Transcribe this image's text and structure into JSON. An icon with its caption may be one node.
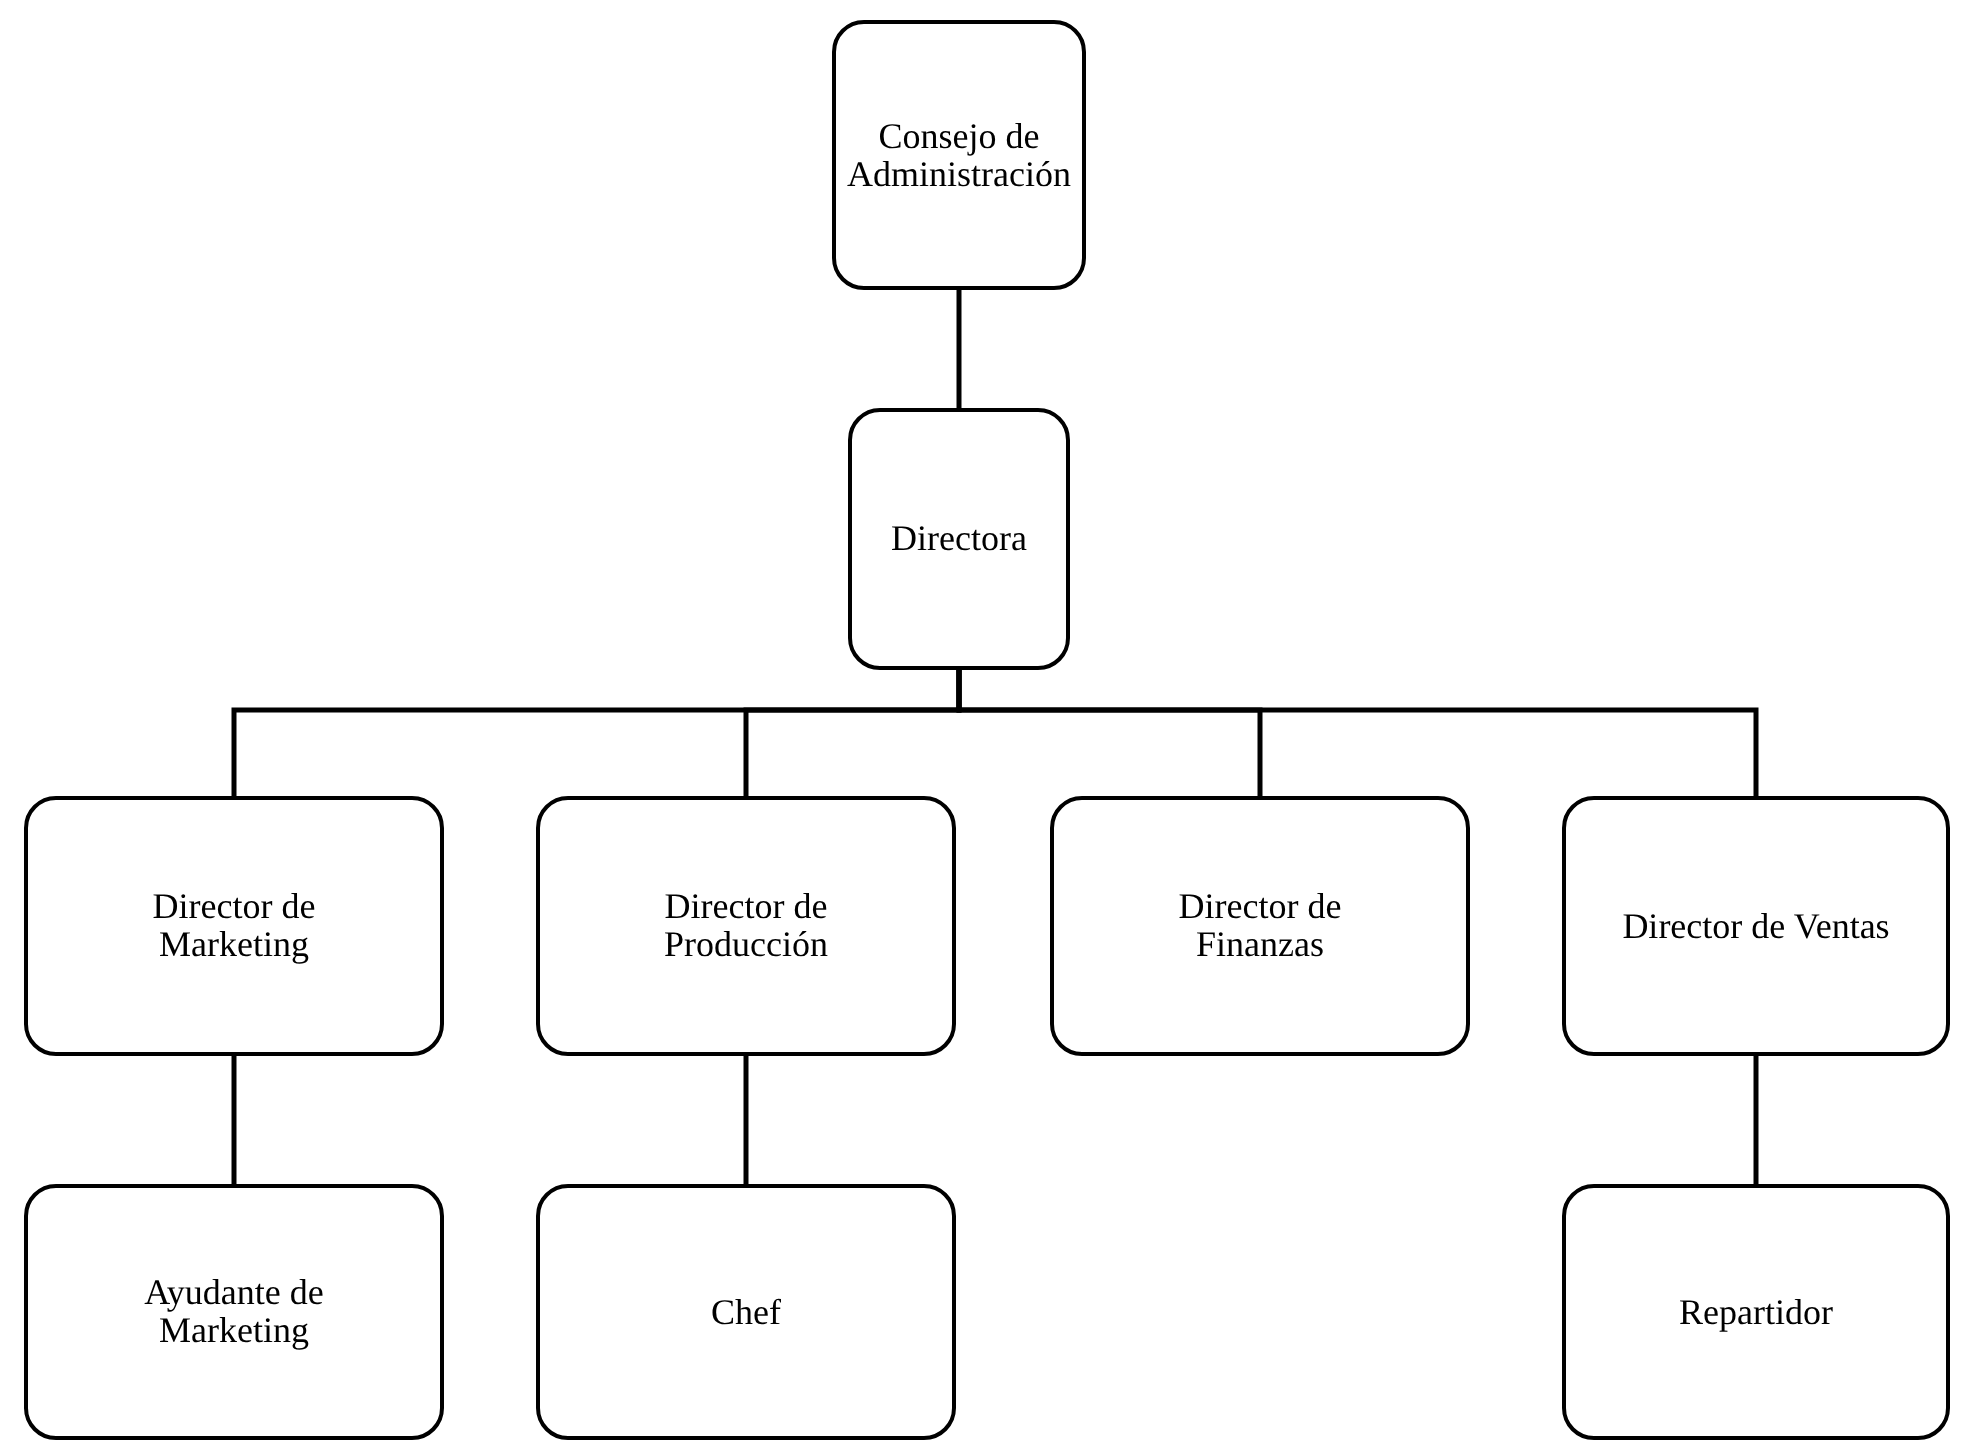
{
  "diagram": {
    "nodes": [
      {
        "text": [
          "Consejo de Administración"
        ]
      },
      {
        "text": [
          "Directora"
        ]
      },
      {
        "text": [
          "Director de Marketing"
        ]
      },
      {
        "text": [
          "Director de Producción"
        ]
      },
      {
        "text": [
          "Director de Finanzas"
        ]
      },
      {
        "text": [
          "Director de Ventas"
        ]
      },
      {
        "text": [
          "Ayudante de Marketing"
        ]
      },
      {
        "text": [
          "Chef"
        ]
      },
      {
        "text": [
          "Repartidor"
        ]
      }
    ],
    "edges": [
      {
        "from": 0,
        "to": 1,
        "arrow": "none"
      },
      {
        "from": 1,
        "to": 2,
        "arrow": "none"
      },
      {
        "from": 1,
        "to": 3,
        "arrow": "none"
      },
      {
        "from": 1,
        "to": 4,
        "arrow": "none"
      },
      {
        "from": 1,
        "to": 5,
        "arrow": "none"
      },
      {
        "from": 2,
        "to": 6,
        "arrow": "none"
      },
      {
        "from": 3,
        "to": 7,
        "arrow": "none"
      },
      {
        "from": 5,
        "to": 8,
        "arrow": "none"
      }
    ]
  }
}
